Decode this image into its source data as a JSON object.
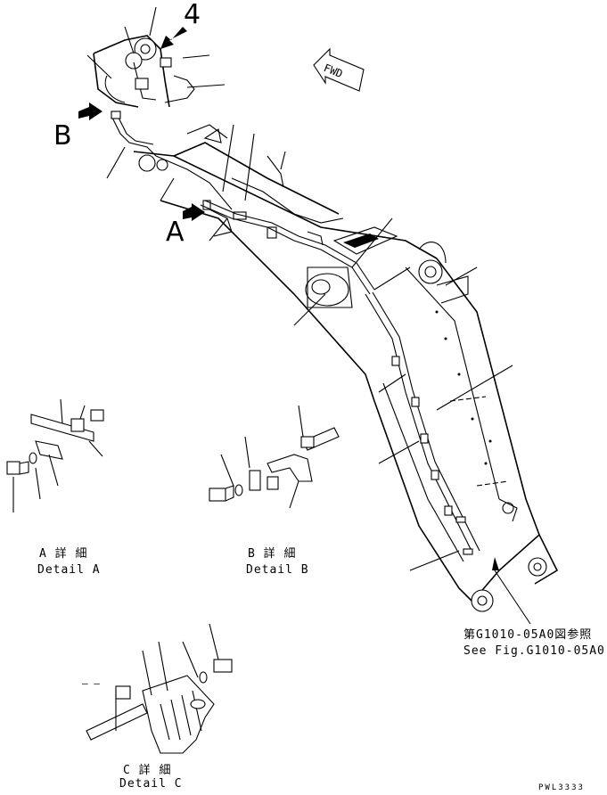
{
  "drawing": {
    "view_labels": {
      "view_4": "4",
      "view_a": "A",
      "view_b": "B"
    },
    "forward_arrow": "FWD",
    "details": [
      {
        "jp": "A 詳 細",
        "en": "Detail A"
      },
      {
        "jp": "B 詳 細",
        "en": "Detail B"
      },
      {
        "jp": "C 詳 細",
        "en": "Detail C"
      }
    ],
    "reference": {
      "jp": "第G1010-05A0図参照",
      "en": "See Fig.G1010-05A0"
    },
    "dash_mark": "— —",
    "drawing_code": "PWL3333"
  }
}
